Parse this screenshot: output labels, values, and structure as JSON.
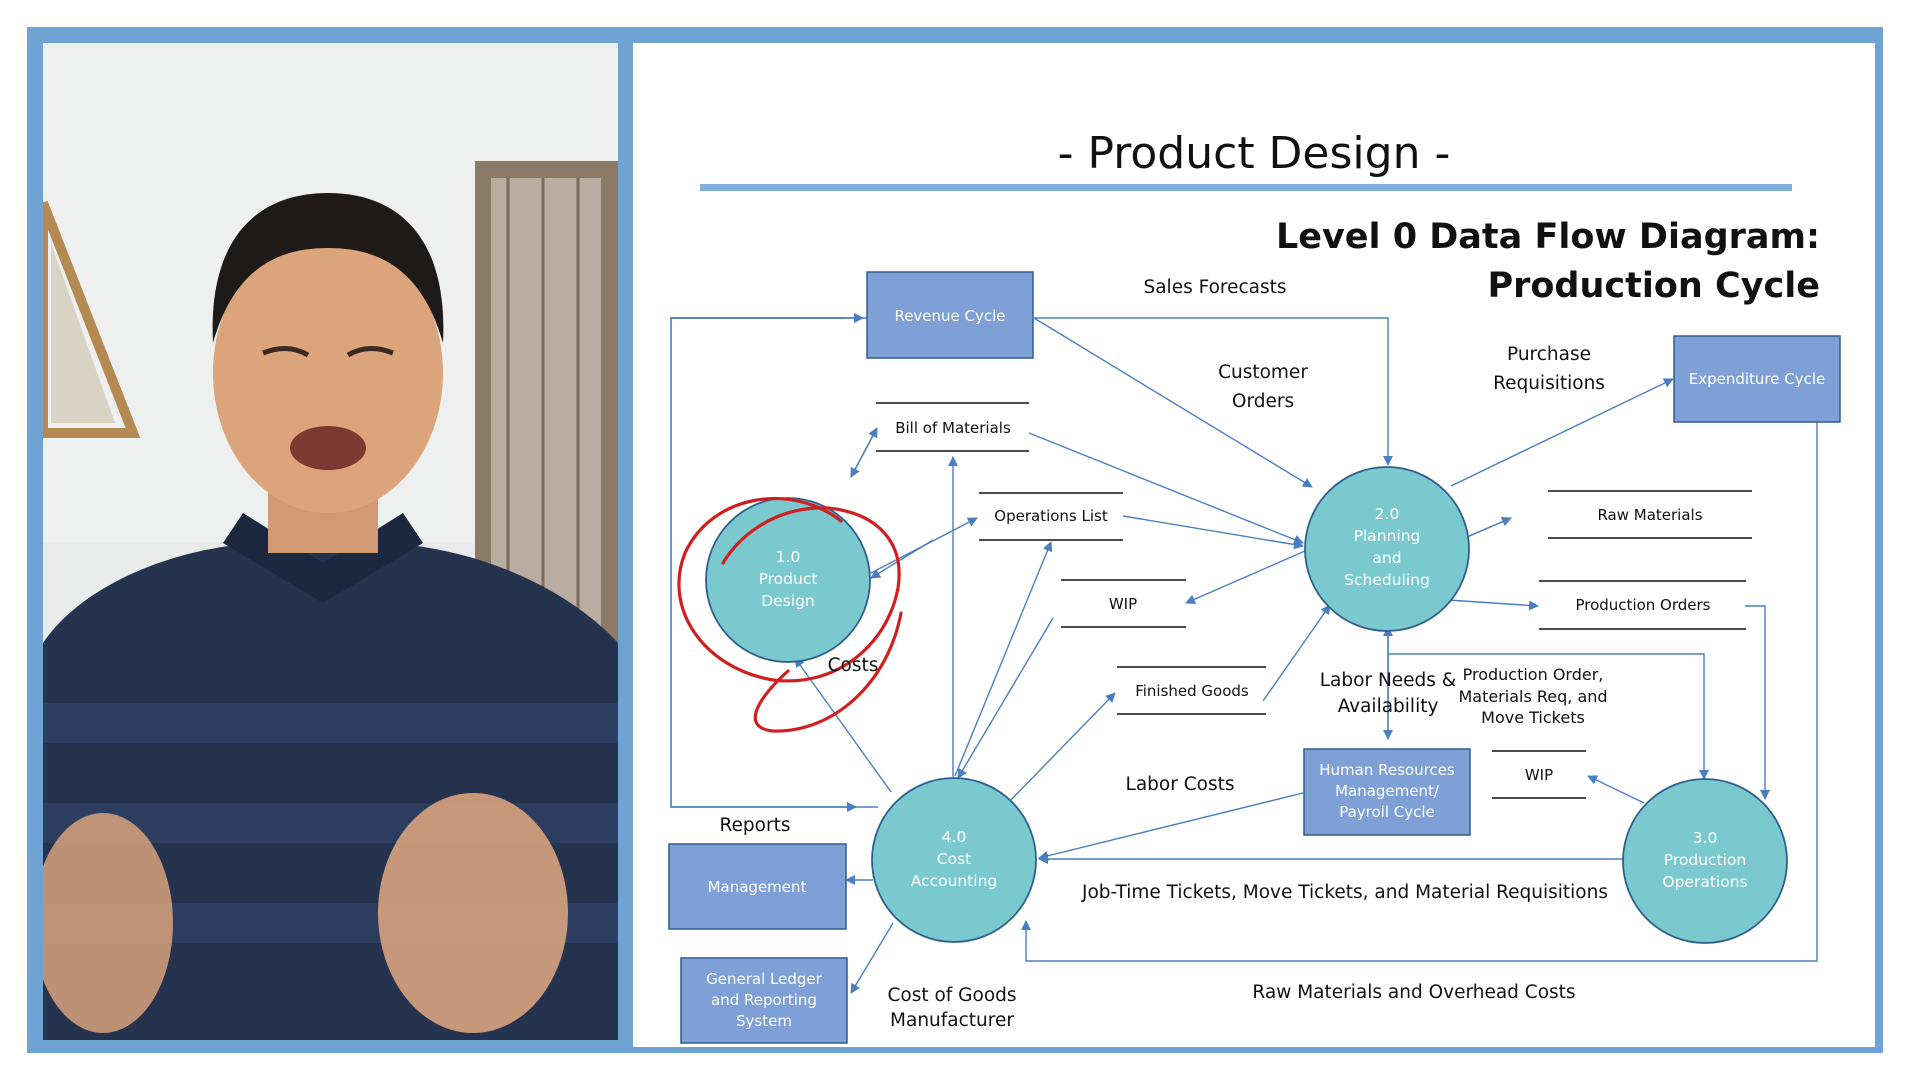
{
  "slide": {
    "title": "- Product Design -",
    "diagram_title_line1": "Level 0 Data Flow Diagram:",
    "diagram_title_line2": "Production Cycle"
  },
  "colors": {
    "frame": "#6fa3d4",
    "entity_fill": "#7ea0d6",
    "process_fill": "#79c9cf",
    "process_stroke": "#2f5f8f",
    "arrow": "#4a7fbf",
    "annotation": "#d11f1f"
  },
  "diagram": {
    "entities": {
      "revenue": "Revenue Cycle",
      "expenditure": "Expenditure Cycle",
      "hr_line1": "Human Resources",
      "hr_line2": "Management/",
      "hr_line3": "Payroll Cycle",
      "management": "Management",
      "gl_line1": "General Ledger",
      "gl_line2": "and Reporting",
      "gl_line3": "System"
    },
    "processes": {
      "p1": {
        "num": "1.0",
        "line1": "Product",
        "line2": "Design"
      },
      "p2": {
        "num": "2.0",
        "line1": "Planning",
        "line2": "and",
        "line3": "Scheduling"
      },
      "p3": {
        "num": "3.0",
        "line1": "Production",
        "line2": "Operations"
      },
      "p4": {
        "num": "4.0",
        "line1": "Cost",
        "line2": "Accounting"
      }
    },
    "stores": {
      "bom": "Bill of Materials",
      "ops": "Operations List",
      "wip1": "WIP",
      "finished": "Finished Goods",
      "raw": "Raw Materials",
      "prod_orders": "Production Orders",
      "wip2": "WIP"
    },
    "flows": {
      "sales_forecasts": "Sales Forecasts",
      "customer_orders_1": "Customer",
      "customer_orders_2": "Orders",
      "purchase_req_1": "Purchase",
      "purchase_req_2": "Requisitions",
      "costs": "Costs",
      "labor_needs_1": "Labor Needs &",
      "labor_needs_2": "Availability",
      "po_mr_1": "Production Order,",
      "po_mr_2": "Materials Req, and",
      "po_mr_3": "Move Tickets",
      "labor_costs": "Labor Costs",
      "reports": "Reports",
      "job_time": "Job-Time Tickets, Move Tickets, and Material Requisitions",
      "cogm_1": "Cost of Goods",
      "cogm_2": "Manufacturer",
      "raw_overhead": "Raw Materials and Overhead Costs"
    }
  }
}
